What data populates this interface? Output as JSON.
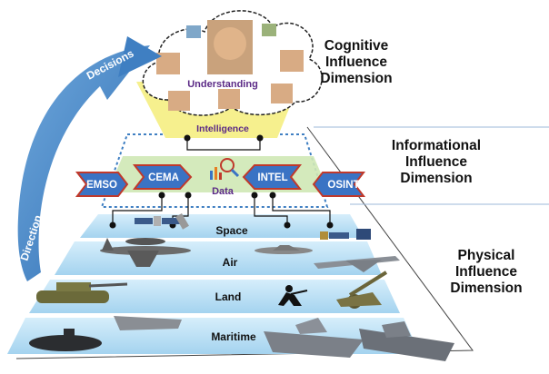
{
  "dimensions": {
    "cognitive": [
      "Cognitive",
      "Influence",
      "Dimension"
    ],
    "informational": [
      "Informational",
      "Influence",
      "Dimension"
    ],
    "physical": [
      "Physical",
      "Influence",
      "Dimension"
    ]
  },
  "cognitive": {
    "understanding": "Understanding",
    "intelligence": "Intelligence"
  },
  "arrows": {
    "decisions": "Decisions",
    "direction": "Direction"
  },
  "informational": {
    "inputs": [
      "EMSO",
      "CEMA",
      "INTEL",
      "OSINT"
    ],
    "center": "Data"
  },
  "physical_layers": [
    "Space",
    "Air",
    "Land",
    "Maritime"
  ],
  "colors": {
    "arrow_blue": "#3f7fc2",
    "layer_blue": "#aedaf2",
    "cognitive_yellow": "#f6f08e",
    "info_green": "#cfe8b5",
    "chevron_fill": "#3a73c4",
    "chevron_border": "#c0392b",
    "purple_text": "#5b2a86"
  }
}
